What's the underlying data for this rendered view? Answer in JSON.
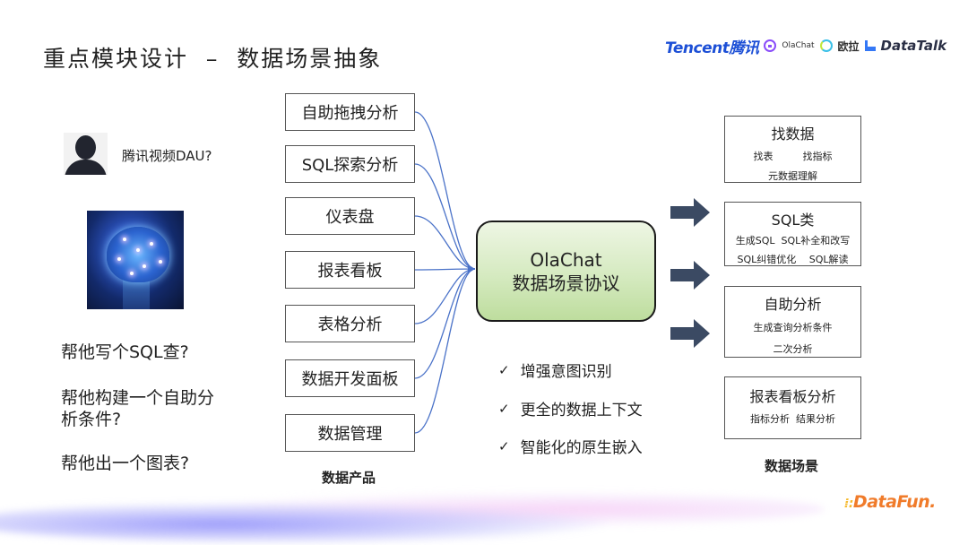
{
  "title": "重点模块设计  –  数据场景抽象",
  "logos": {
    "tencent": "Tencent腾讯",
    "olachat": "OlaChat",
    "oula": "欧拉",
    "datatalk": "DataTalk"
  },
  "user": {
    "avatar_icon": "user-silhouette-icon",
    "question": "腾讯视频DAU?"
  },
  "brain_image": "brain-ai-icon",
  "help_questions": [
    "帮他写个SQL查?",
    "帮他构建一个自助分\n析条件?",
    "帮他出一个图表?"
  ],
  "products": {
    "items": [
      "自助拖拽分析",
      "SQL探索分析",
      "仪表盘",
      "报表看板",
      "表格分析",
      "数据开发面板",
      "数据管理"
    ],
    "caption": "数据产品"
  },
  "center": {
    "line1": "OlaChat",
    "line2": "数据场景协议",
    "features": [
      "增强意图识别",
      "更全的数据上下文",
      "智能化的原生嵌入"
    ],
    "check_glyph": "✓"
  },
  "scenes": {
    "items": [
      {
        "title": "找数据",
        "lines": [
          "找表　　　找指标",
          "元数据理解"
        ]
      },
      {
        "title": "SQL类",
        "lines": [
          "生成SQL  SQL补全和改写",
          "SQL纠错优化　 SQL解读"
        ]
      },
      {
        "title": "自助分析",
        "lines": [
          "生成查询分析条件",
          "二次分析"
        ]
      },
      {
        "title": "报表看板分析",
        "lines": [
          "指标分析  结果分析"
        ]
      }
    ],
    "caption": "数据场景"
  },
  "colors": {
    "link_line": "#4a72c8",
    "arrow": "#3b4a63",
    "center_fill": "#d5eac0",
    "tencent_blue": "#1c4fd6",
    "datafun_orange": "#f07b2a"
  },
  "footer": {
    "brand": "DataFun."
  }
}
